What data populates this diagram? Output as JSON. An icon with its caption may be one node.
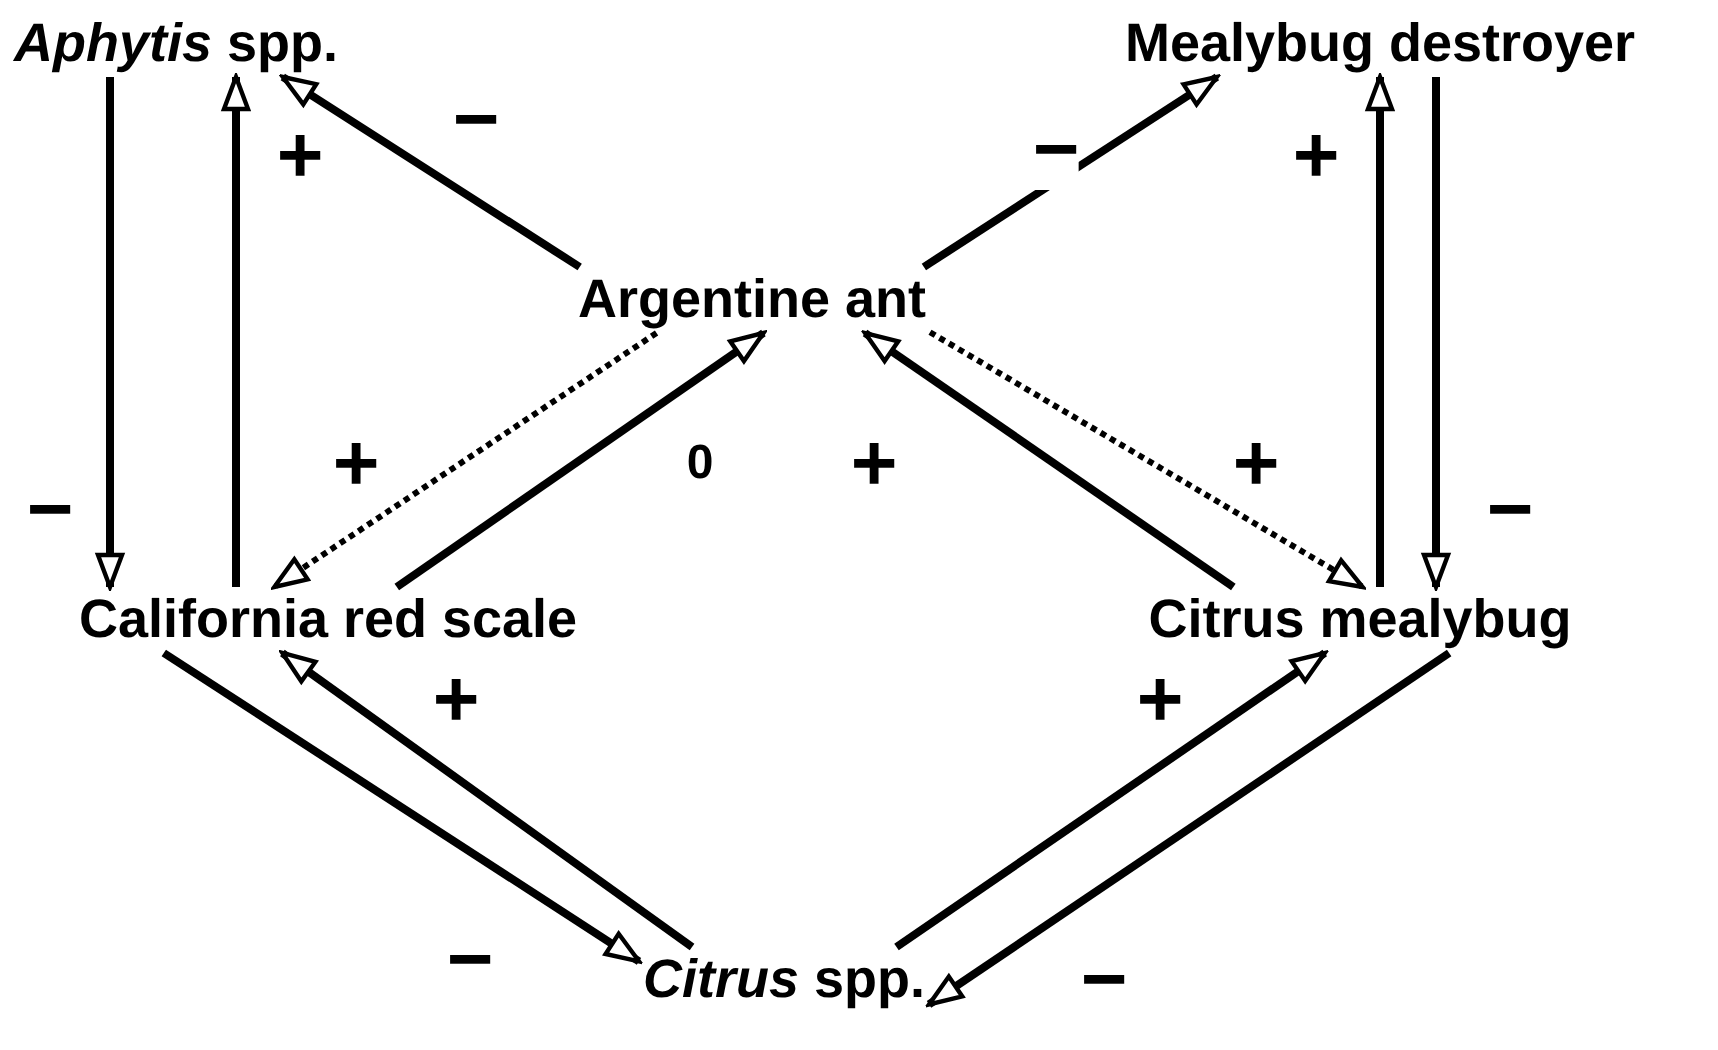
{
  "diagram": {
    "nodes": [
      {
        "text": [
          "*Aphytis* spp."
        ]
      },
      {
        "text": [
          "Mealybug destroyer"
        ]
      },
      {
        "text": [
          "Argentine ant"
        ]
      },
      {
        "text": [
          "California red scale"
        ]
      },
      {
        "text": [
          "Citrus mealybug"
        ]
      },
      {
        "text": [
          "*Citrus* spp."
        ]
      }
    ],
    "edges": [
      {
        "from": 2,
        "to": 0,
        "arrow": "to",
        "label": "−"
      },
      {
        "from": 2,
        "to": 1,
        "arrow": "to",
        "label": "−"
      },
      {
        "from": 0,
        "to": 3,
        "arrow": "to",
        "label": "−"
      },
      {
        "from": 3,
        "to": 0,
        "arrow": "to",
        "label": "+"
      },
      {
        "from": 1,
        "to": 4,
        "arrow": "to",
        "label": "−"
      },
      {
        "from": 4,
        "to": 1,
        "arrow": "to",
        "label": "+"
      },
      {
        "from": 2,
        "to": 3,
        "arrow": "to",
        "label": "+",
        "style": "dashed"
      },
      {
        "from": 3,
        "to": 2,
        "arrow": "to",
        "label": "0"
      },
      {
        "from": 4,
        "to": 2,
        "arrow": "to",
        "label": "+"
      },
      {
        "from": 2,
        "to": 4,
        "arrow": "to",
        "label": "+",
        "style": "dashed"
      },
      {
        "from": 3,
        "to": 5,
        "arrow": "to",
        "label": "−"
      },
      {
        "from": 5,
        "to": 3,
        "arrow": "to",
        "label": "+"
      },
      {
        "from": 5,
        "to": 4,
        "arrow": "to",
        "label": "+"
      },
      {
        "from": 4,
        "to": 5,
        "arrow": "to",
        "label": "−"
      }
    ]
  }
}
